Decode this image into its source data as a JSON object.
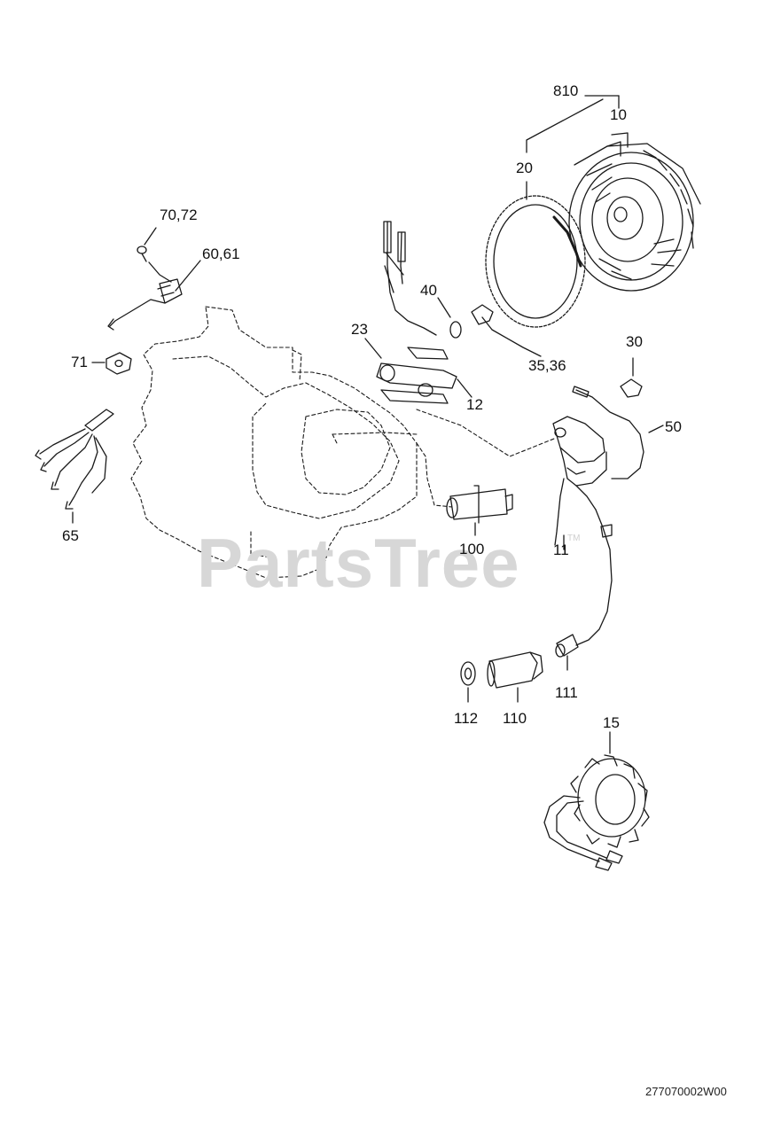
{
  "watermark": {
    "text": "PartsTree",
    "trademark": "TM"
  },
  "drawing_code": "277070002W00",
  "callouts": {
    "c810": "810",
    "c10": "10",
    "c20": "20",
    "c70_72": "70,72",
    "c60_61": "60,61",
    "c40": "40",
    "c23": "23",
    "c71": "71",
    "c12": "12",
    "c35_36": "35,36",
    "c30": "30",
    "c50": "50",
    "c65": "65",
    "c100": "100",
    "c11": "11",
    "c111": "111",
    "c112": "112",
    "c110": "110",
    "c15": "15"
  },
  "colors": {
    "line": "#1a1a1a",
    "watermark": "#d7d7d7"
  }
}
